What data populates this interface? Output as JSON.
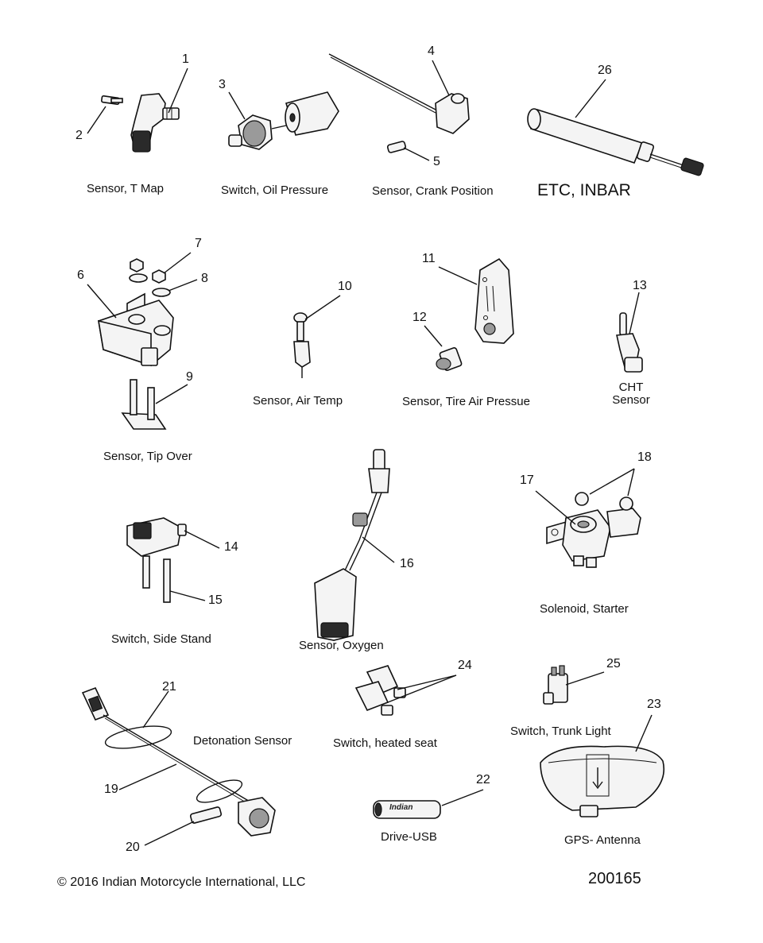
{
  "labels": {
    "t_map": "Sensor, T Map",
    "oil_pressure": "Switch, Oil Pressure",
    "crank_position": "Sensor, Crank Position",
    "etc_inbar": "ETC, INBAR",
    "tip_over": "Sensor, Tip Over",
    "air_temp": "Sensor, Air Temp",
    "tire_air": "Sensor, Tire Air Pressue",
    "cht_line1": "CHT",
    "cht_line2": "Sensor",
    "side_stand": "Switch, Side Stand",
    "oxygen": "Sensor, Oxygen",
    "starter": "Solenoid, Starter",
    "detonation": "Detonation Sensor",
    "heated_seat": "Switch, heated seat",
    "trunk_light": "Switch, Trunk Light",
    "drive_usb": "Drive-USB",
    "gps": "GPS- Antenna"
  },
  "callouts": {
    "n1": "1",
    "n2": "2",
    "n3": "3",
    "n4": "4",
    "n5": "5",
    "n6": "6",
    "n7": "7",
    "n8": "8",
    "n9": "9",
    "n10": "10",
    "n11": "11",
    "n12": "12",
    "n13": "13",
    "n14": "14",
    "n15": "15",
    "n16": "16",
    "n17": "17",
    "n18": "18",
    "n19": "19",
    "n20": "20",
    "n21": "21",
    "n22": "22",
    "n23": "23",
    "n24": "24",
    "n25": "25",
    "n26": "26"
  },
  "usb_brand": "Indian",
  "copyright": "© 2016 Indian Motorcycle International, LLC",
  "diagram_number": "200165"
}
